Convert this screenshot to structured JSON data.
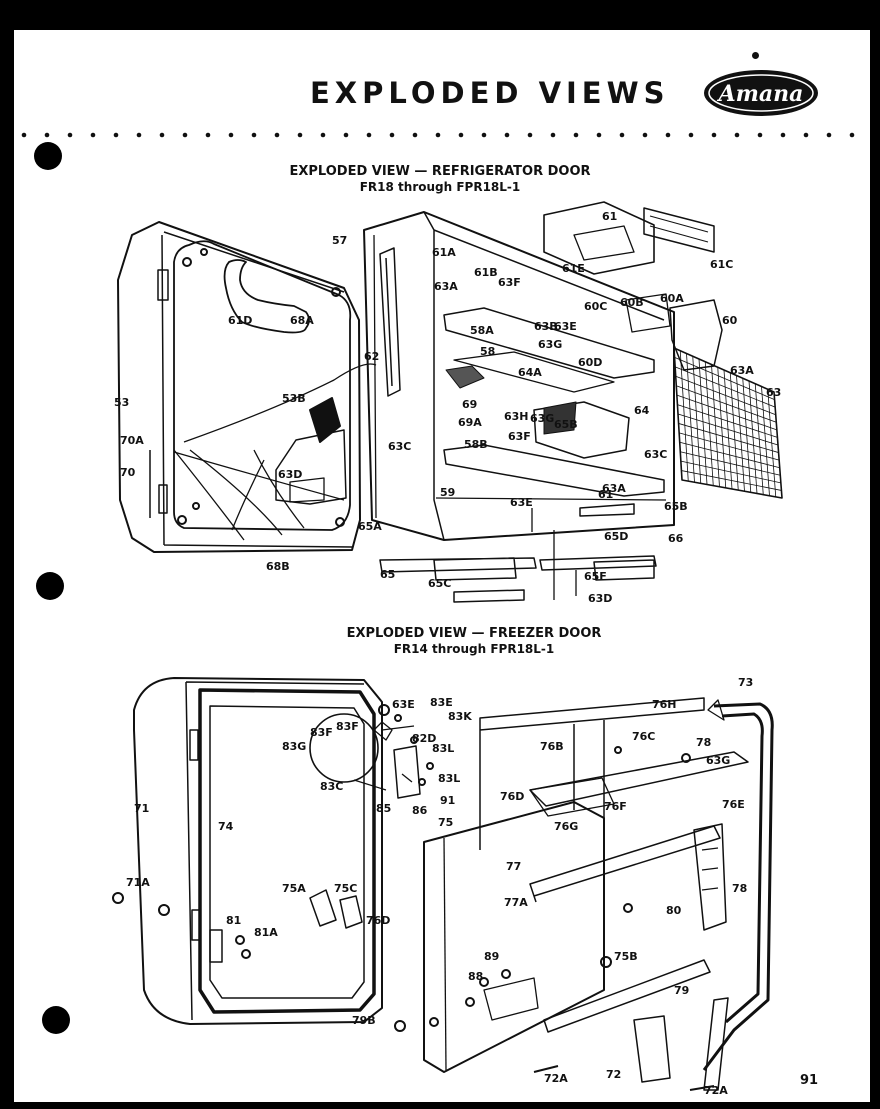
{
  "page": {
    "title": "EXPLODED VIEWS",
    "brand": "Amana",
    "page_number": "91"
  },
  "refrigerator": {
    "heading": "EXPLODED VIEW — REFRIGERATOR DOOR",
    "subheading": "FR18 through FPR18L-1",
    "labels": [
      "53",
      "57",
      "58",
      "58A",
      "58B",
      "59",
      "60",
      "60A",
      "60B",
      "60C",
      "60D",
      "61",
      "61A",
      "61B",
      "61C",
      "61D",
      "61E",
      "62",
      "63",
      "63A",
      "63C",
      "63D",
      "63E",
      "63F",
      "63G",
      "63H",
      "64",
      "64A",
      "65",
      "65A",
      "65B",
      "65C",
      "65D",
      "65F",
      "66",
      "68A",
      "68B",
      "69",
      "69A",
      "70",
      "70A",
      "61",
      "63F",
      "53B",
      "63A",
      "65B",
      "63D",
      "63C",
      "63E",
      "63A",
      "63B",
      "63G"
    ]
  },
  "freezer": {
    "heading": "EXPLODED VIEW — FREEZER DOOR",
    "subheading": "FR14 through FPR18L-1",
    "labels": [
      "71",
      "71A",
      "72",
      "72A",
      "73",
      "74",
      "75",
      "75A",
      "75B",
      "75C",
      "76B",
      "76C",
      "76D",
      "76E",
      "76F",
      "76G",
      "76H",
      "77",
      "77A",
      "78",
      "79",
      "79B",
      "80",
      "81",
      "81A",
      "82D",
      "83C",
      "83E",
      "83F",
      "83G",
      "83K",
      "83L",
      "85",
      "86",
      "88",
      "89",
      "91",
      "78",
      "63G",
      "76D",
      "63E",
      "83F",
      "83L",
      "72A"
    ]
  }
}
